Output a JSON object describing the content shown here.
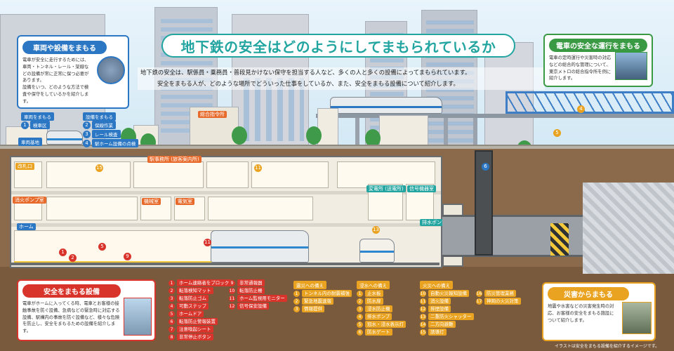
{
  "title": "地下鉄の安全はどのようにしてまもられているか",
  "intro_line1": "地下鉄の安全は、駅係員・乗務員・普段見かけない保守を担当する人など、多くの人と多くの設備によってまもられています。",
  "intro_line2": "安全をまもる人が、どのような場所でどういった仕事をしているか、また、安全をまもる設備について紹介します。",
  "footnote": "イラストは安全をまもる設備を紹介するイメージです。",
  "colors": {
    "teal": "#22a5a0",
    "orange": "#e86a2a",
    "red": "#d9342b",
    "amber": "#e9a321",
    "blue": "#2b77c4"
  },
  "cards": {
    "vehicle": {
      "title": "車両や設備をまもる",
      "lines": [
        "電車が安全に走行するためには、車両・トンネル・レール・架線などの設備が常に正常に保つ必要があります。",
        "設備をいつ、どのような方法で検査や保守をしているかを紹介します。"
      ]
    },
    "operation": {
      "title": "電車の安全な運行をまもる",
      "lines": [
        "電車の定時運行や災害時の対応などの総合的な管理について、東京メトロの総合指令所を例に紹介します。"
      ]
    },
    "equipment": {
      "title": "安全をまもる設備",
      "lines": [
        "電車がホームに入ってくる時、電車とお客様の接触事故を防ぐ設備、急病などの緊急時に対応する設備、駅構内の事故を防ぐ設備など、様々な危険を防止し、安全をまもるための設備を紹介します。"
      ]
    },
    "disaster": {
      "title": "災害からまもる",
      "lines": [
        "地震や水害などの災害発生時の対応、お客様の安全をまもる施設について紹介します。"
      ]
    }
  },
  "sections": {
    "vehicle_head": "車両をまもる",
    "facility_head": "設備をまもる",
    "vehicle_items": [
      {
        "n": "1",
        "label": "検車区",
        "sub": "車両基地"
      }
    ],
    "facility_items": [
      {
        "n": "2",
        "label": "保線作業"
      },
      {
        "n": "3",
        "label": "レール検査"
      },
      {
        "n": "4",
        "label": "駅ホーム設備の点検"
      }
    ]
  },
  "places": {
    "general_office": "総合指令所",
    "station_office": "駅事務所 (旅客案内所)",
    "control_room": "電気室",
    "machine_room": "機械室",
    "pump_room": "消火ポンプ室",
    "signal_room": "信号機器室",
    "substation": "変電所 (送電所)",
    "drain_pump": "排水ポンプ室",
    "ticket": "改札口",
    "platform": "ホーム"
  },
  "equip_list": [
    {
      "n": "1",
      "label": "ホーム連絡者をブロック"
    },
    {
      "n": "2",
      "label": "転落検知マット"
    },
    {
      "n": "3",
      "label": "転落防止ゴム"
    },
    {
      "n": "4",
      "label": "可動ステップ"
    },
    {
      "n": "5",
      "label": "ホームドア"
    },
    {
      "n": "6",
      "label": "転落防止警報装置"
    },
    {
      "n": "7",
      "label": "注意喚起シート"
    },
    {
      "n": "8",
      "label": "非常停止ボタン"
    }
  ],
  "equip_list2": [
    {
      "n": "9",
      "label": "非常通報器"
    },
    {
      "n": "10",
      "label": "転落防止柵"
    },
    {
      "n": "11",
      "label": "ホーム監視用モニター"
    },
    {
      "n": "12",
      "label": "信号保安設備"
    }
  ],
  "flood": {
    "head": "震災への備え",
    "items": [
      {
        "n": "1",
        "label": "トンネル内の耐震補強"
      },
      {
        "n": "2",
        "label": "緊急地震速報"
      },
      {
        "n": "3",
        "label": "情報提供"
      }
    ]
  },
  "water": {
    "head": "浸水への備え",
    "items": [
      {
        "n": "1",
        "label": "止水板"
      },
      {
        "n": "2",
        "label": "防水扉"
      },
      {
        "n": "3",
        "label": "浸水防止機"
      },
      {
        "n": "4",
        "label": "排水ポンプ"
      },
      {
        "n": "5",
        "label": "冠水・浸水表示灯"
      },
      {
        "n": "6",
        "label": "防水ゲート"
      }
    ]
  },
  "fire": {
    "head": "火災への備え",
    "items": [
      {
        "n": "10",
        "label": "自動火災報知設備"
      },
      {
        "n": "11",
        "label": "消火設備"
      },
      {
        "n": "12",
        "label": "排煙設備"
      },
      {
        "n": "13",
        "label": "二重防火シャッター"
      },
      {
        "n": "14",
        "label": "二方向避難"
      },
      {
        "n": "15",
        "label": "誘導灯"
      }
    ],
    "items2": [
      {
        "n": "16",
        "label": "防災管理業務"
      },
      {
        "n": "17",
        "label": "神岡の火災対策"
      }
    ]
  }
}
